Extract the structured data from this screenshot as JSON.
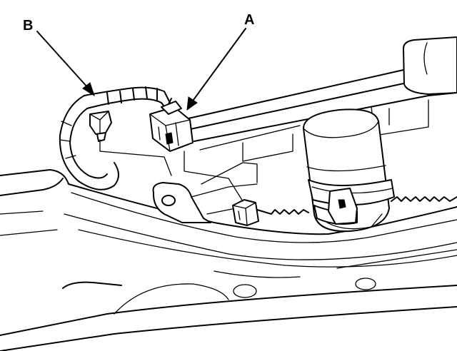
{
  "callouts": [
    {
      "id": "A",
      "label": "A",
      "target": "connector"
    },
    {
      "id": "B",
      "label": "B",
      "target": "harness-clip"
    }
  ]
}
